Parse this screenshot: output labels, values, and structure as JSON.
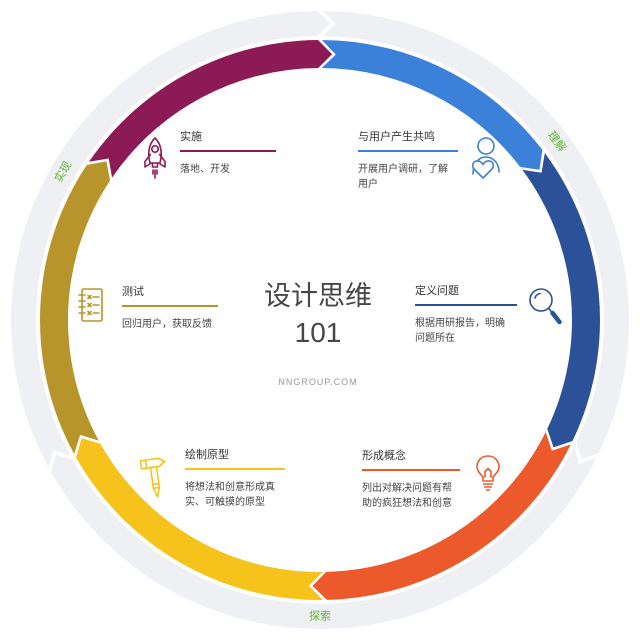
{
  "diagram": {
    "title": "设计思维",
    "number": "101",
    "source": "NNGROUP.COM"
  },
  "phase_label_color": "#5fb534",
  "phase_ring_color": "#eef0f4",
  "phases": [
    {
      "label": "理解"
    },
    {
      "label": "探索"
    },
    {
      "label": "实现"
    }
  ],
  "stages": [
    {
      "title": "与用户产生共鸣",
      "desc": [
        "开展用户调研，了解",
        "用户"
      ],
      "color": "#3b80d9",
      "icon": "person-heart-icon"
    },
    {
      "title": "定义问题",
      "desc": [
        "根据用研报告，明确",
        "问题所在"
      ],
      "color": "#2b5199",
      "icon": "magnifier-icon"
    },
    {
      "title": "形成概念",
      "desc": [
        "列出对解决问题有帮",
        "助的疯狂想法和创意"
      ],
      "color": "#ec5a2b",
      "icon": "lightbulb-icon"
    },
    {
      "title": "绘制原型",
      "desc": [
        "将想法和创意形成真",
        "实、可触摸的原型"
      ],
      "color": "#f6c21c",
      "icon": "hammer-pencil-icon"
    },
    {
      "title": "测试",
      "desc": [
        "回归用户，获取反馈"
      ],
      "color": "#b7952b",
      "icon": "checklist-icon"
    },
    {
      "title": "实施",
      "desc": [
        "落地、开发"
      ],
      "color": "#8c1a55",
      "icon": "rocket-icon"
    }
  ]
}
